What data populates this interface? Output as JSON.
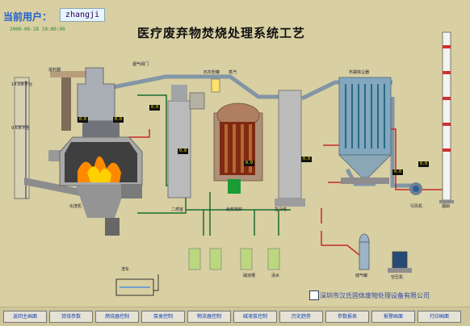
{
  "header": {
    "user_label": "当前用户：",
    "username": "zhangji",
    "datetime": "2009-06-28  10:00:00",
    "title": "医疗废弃物焚烧处理系统工艺"
  },
  "equipment_labels": {
    "feed": "进料器",
    "platform1": "14.8米平台",
    "platform2": "9.6米平台",
    "flue_gas_valve": "烟气阀门",
    "lime_tank": "石灰粉罐",
    "steam": "蒸汽",
    "tower1": "二燃室",
    "boiler": "余热锅炉",
    "quench": "急冷塔",
    "bag_filter": "布袋除尘器",
    "fan": "引风机",
    "stack": "烟囱",
    "alkali": "碱液槽",
    "water": "清水",
    "gas_tank": "储气罐",
    "compressor": "空压机",
    "ash": "出渣机",
    "slag": "渣车"
  },
  "values": {
    "v1": "0.0",
    "v2": "0.0",
    "v3": "0.0",
    "v4": "0.0",
    "v5": "0.0",
    "v6": "0.0",
    "v7": "0.0",
    "v8": "0.0"
  },
  "company": "深圳市汉氏固体废物处理设备有限公司",
  "nav": [
    "返回主画面",
    "焚烧参数",
    "燃烧器控制",
    "泵类控制",
    "物流器控制",
    "碱液泵控制",
    "历史趋势",
    "参数报表",
    "报警画面",
    "打印画面"
  ]
}
